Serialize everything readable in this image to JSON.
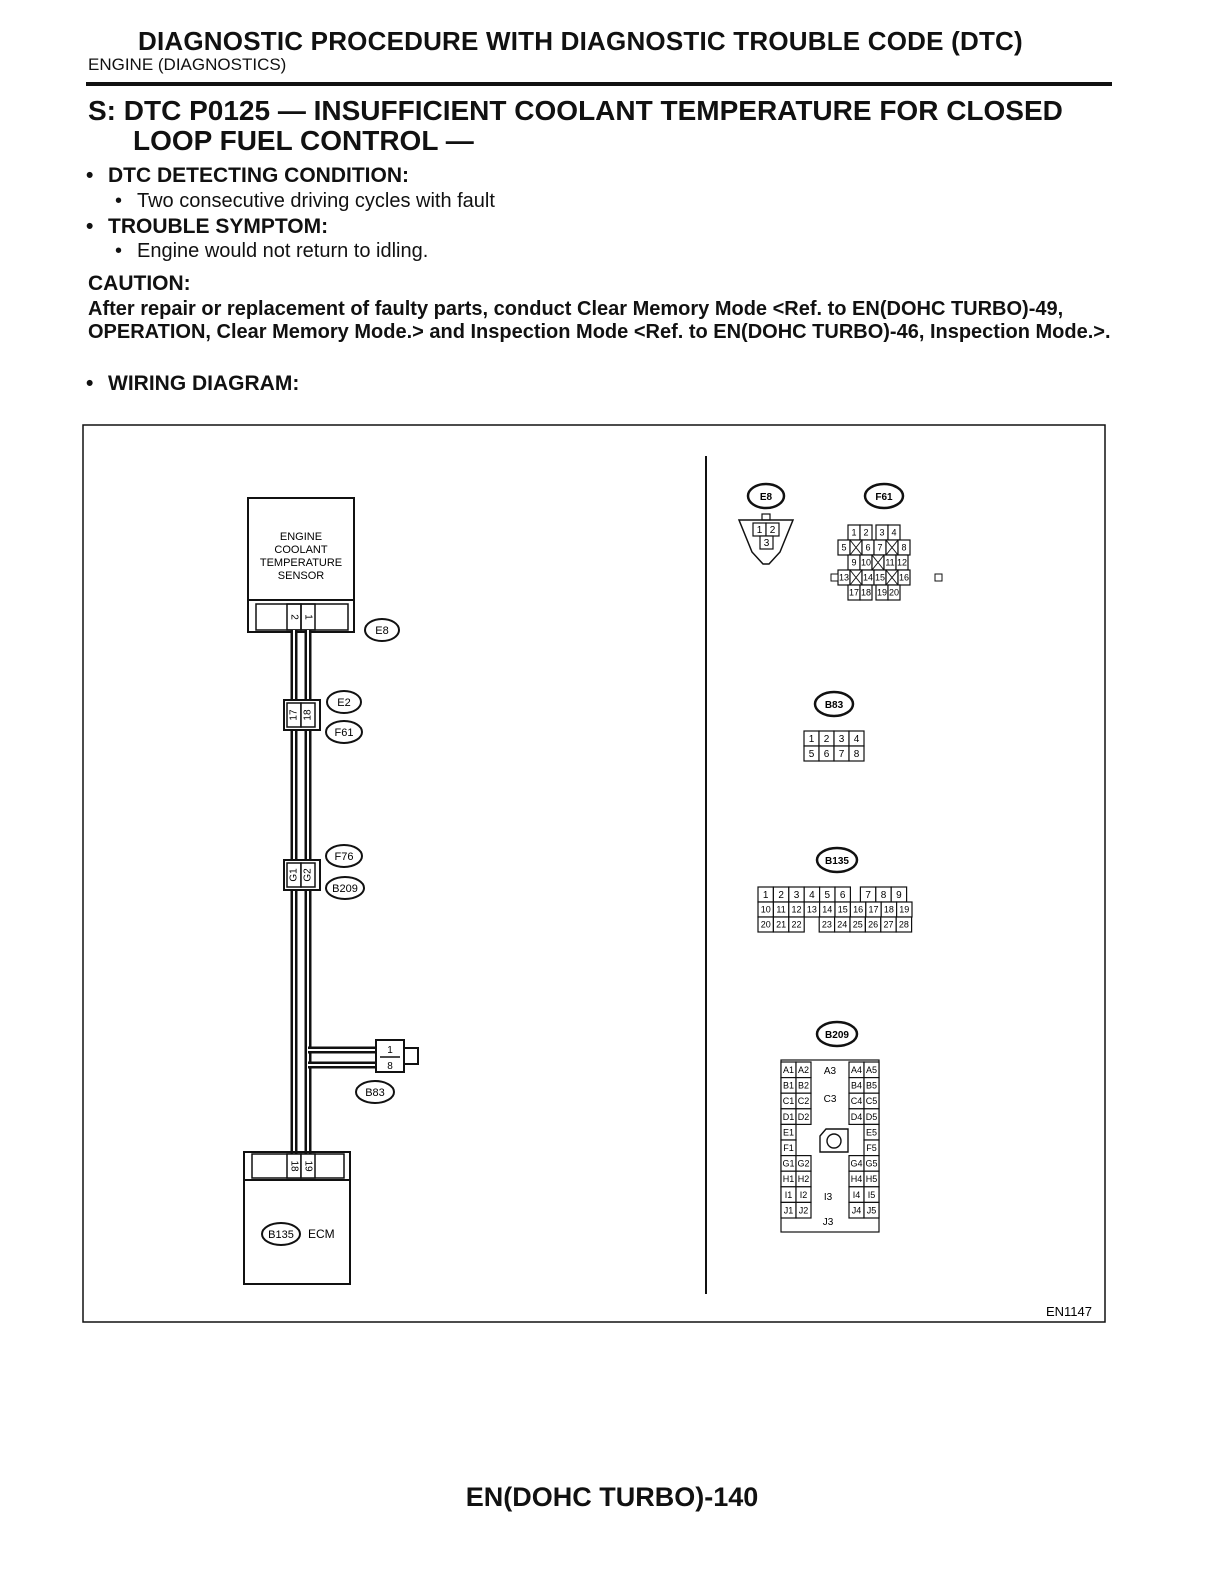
{
  "header": {
    "title": "DIAGNOSTIC PROCEDURE WITH DIAGNOSTIC TROUBLE CODE (DTC)",
    "subtitle": "ENGINE (DIAGNOSTICS)"
  },
  "section": {
    "title_line1": "S:  DTC P0125 — INSUFFICIENT COOLANT TEMPERATURE FOR CLOSED",
    "title_line2": "LOOP FUEL CONTROL —"
  },
  "dtc_condition": {
    "heading": "DTC DETECTING CONDITION:",
    "item": "Two consecutive driving cycles with fault"
  },
  "trouble_symptom": {
    "heading": "TROUBLE SYMPTOM:",
    "item": "Engine would not return to idling."
  },
  "caution": {
    "label": "CAUTION:",
    "text": "After repair or replacement of faulty parts, conduct Clear Memory Mode <Ref. to EN(DOHC TURBO)-49, OPERATION, Clear Memory Mode.> and Inspection Mode <Ref. to EN(DOHC TURBO)-46, Inspection Mode.>."
  },
  "wiring_heading": "WIRING DIAGRAM:",
  "diagram": {
    "sensor_label": [
      "ENGINE",
      "COOLANT",
      "TEMPERATURE",
      "SENSOR"
    ],
    "sensor_pins": [
      "2",
      "1"
    ],
    "e2_f61_pins": [
      "17",
      "18"
    ],
    "f76_b209_pins": [
      "G1",
      "G2"
    ],
    "b83_pins": [
      "1",
      "8"
    ],
    "ecm_pins": [
      "18",
      "19"
    ],
    "ecm_label": "ECM",
    "connectors": {
      "e8": "E8",
      "e2": "E2",
      "f61": "F61",
      "f76": "F76",
      "b209": "B209",
      "b83": "B83",
      "b135": "B135"
    },
    "ref_code": "EN1147",
    "e8_face": [
      [
        "1",
        "2"
      ],
      [
        "3"
      ]
    ],
    "f61_face": [
      [
        "1",
        "2",
        "3",
        "4"
      ],
      [
        "5",
        "6",
        "7",
        "8"
      ],
      [
        "9",
        "10",
        "11",
        "12"
      ],
      [
        "13",
        "14",
        "15",
        "16"
      ],
      [
        "17",
        "18",
        "19",
        "20"
      ]
    ],
    "b83_face": [
      [
        "1",
        "2",
        "3",
        "4"
      ],
      [
        "5",
        "6",
        "7",
        "8"
      ]
    ],
    "b135_face": [
      [
        "1",
        "2",
        "3",
        "4",
        "5",
        "6",
        "7",
        "8",
        "9"
      ],
      [
        "10",
        "11",
        "12",
        "13",
        "14",
        "15",
        "16",
        "17",
        "18",
        "19"
      ],
      [
        "20",
        "21",
        "22",
        "23",
        "24",
        "25",
        "26",
        "27",
        "28"
      ]
    ],
    "b209_left": [
      [
        "A1",
        "A2"
      ],
      [
        "B1",
        "B2"
      ],
      [
        "C1",
        "C2"
      ],
      [
        "D1",
        "D2"
      ],
      [
        "E1"
      ],
      [
        "F1"
      ],
      [
        "G1",
        "G2"
      ],
      [
        "H1",
        "H2"
      ],
      [
        "I1",
        "I2"
      ],
      [
        "J1",
        "J2"
      ]
    ],
    "b209_right": [
      [
        "A4",
        "A5"
      ],
      [
        "B4",
        "B5"
      ],
      [
        "C4",
        "C5"
      ],
      [
        "D4",
        "D5"
      ],
      [
        "E5"
      ],
      [
        "F5"
      ],
      [
        "G4",
        "G5"
      ],
      [
        "H4",
        "H5"
      ],
      [
        "I4",
        "I5"
      ],
      [
        "J4",
        "J5"
      ]
    ],
    "b209_center": [
      "A3",
      "C3",
      "I3",
      "J3"
    ]
  },
  "footer": {
    "page_number": "EN(DOHC TURBO)-140"
  }
}
